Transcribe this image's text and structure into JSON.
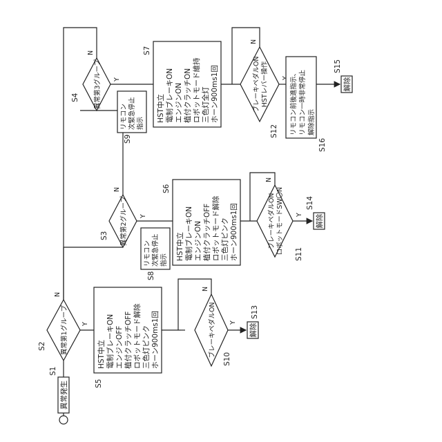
{
  "start": {
    "label": "異常発生",
    "step": "S1"
  },
  "groups": [
    {
      "decision": {
        "label": "異常第1グループ",
        "step": "S2",
        "yes": "Y",
        "no": "N"
      },
      "action": {
        "step": "S5",
        "lines": [
          "HST中立",
          "電制ブレーキON",
          "エンジンOFF",
          "植付クラッチOFF",
          "ロボットモード解除",
          "三色灯ピンク",
          "ホーン900ms1回"
        ]
      },
      "check": {
        "label": "ブレーキペダルON",
        "step": "S10",
        "yes": "Y",
        "no": "N"
      },
      "release": {
        "label": "解除",
        "step": "S13"
      }
    },
    {
      "decision": {
        "label": "異常第2グループ",
        "step": "S3",
        "yes": "Y",
        "no": "N"
      },
      "remote": {
        "step": "S8",
        "lines": [
          "リモコン",
          "次緊急停止",
          "指示"
        ]
      },
      "action": {
        "step": "S6",
        "lines": [
          "HST中立",
          "電制ブレーキON",
          "エンジンON",
          "植付クラッチOFF",
          "ロボットモード解除",
          "三色灯ピンク",
          "ホーン900ms1回"
        ]
      },
      "check": {
        "label_lines": [
          "ブレーキペダルON",
          "ロボットモードSW〇N"
        ],
        "step": "S11",
        "yes": "Y",
        "no": "N"
      },
      "release": {
        "label": "解除",
        "step": "S14"
      }
    },
    {
      "decision": {
        "label": "異常第3グループ",
        "step": "S4",
        "yes": "Y",
        "no": "N"
      },
      "remote": {
        "step": "S9",
        "lines": [
          "リモコン",
          "次緊急停止",
          "指示"
        ]
      },
      "action": {
        "step": "S7",
        "lines": [
          "HST中立",
          "電制ブレーキON",
          "エンジンON",
          "植付クラッチON",
          "ロボットモード維持",
          "三色灯全灯",
          "ホーン900ms1回"
        ]
      },
      "check": {
        "label_lines": [
          "ブレーキペダルON",
          "HSTレバー操作"
        ],
        "step": "S12",
        "yes": "Y",
        "no": "N"
      },
      "notice": {
        "step": "S16",
        "lines": [
          "リモコン前後進指示、",
          "リモコン一時非常停止",
          "解除指示"
        ]
      },
      "release": {
        "label": "解除",
        "step": "S15"
      }
    }
  ]
}
